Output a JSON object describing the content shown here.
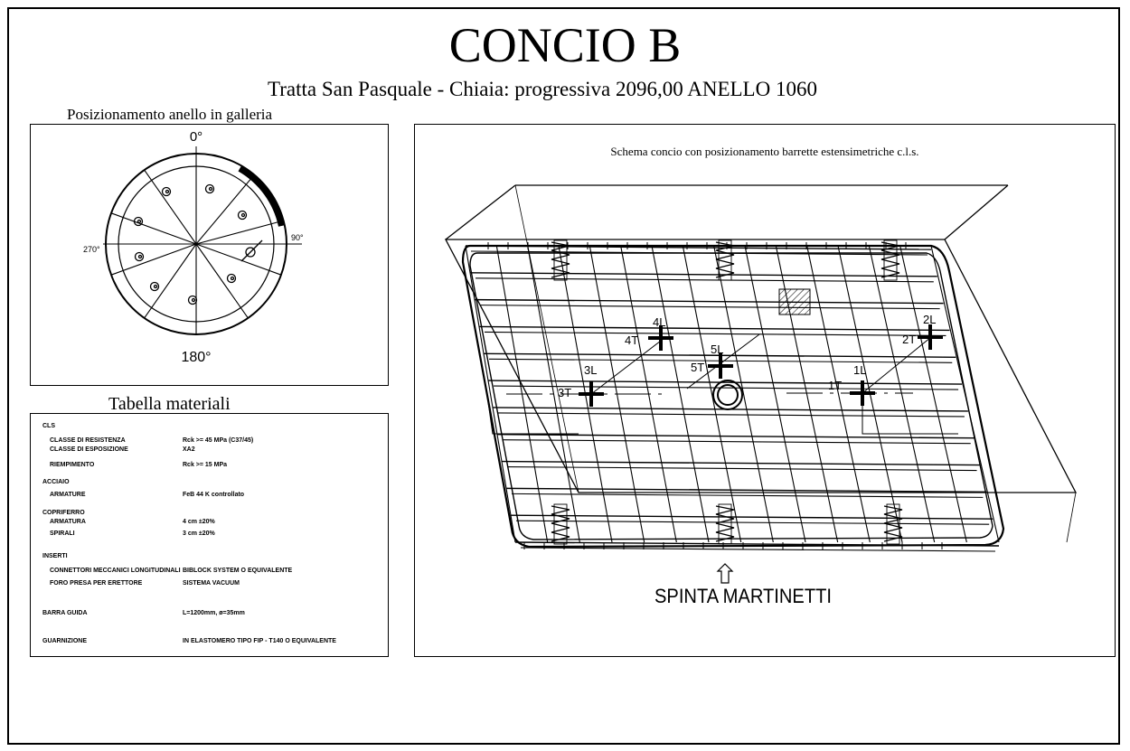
{
  "title": "CONCIO B",
  "subtitle": "Tratta San Pasquale - Chiaia: progressiva 2096,00 ANELLO 1060",
  "ring": {
    "heading": "Posizionamento anello in galleria",
    "angle_top": "0°",
    "angle_right": "90°",
    "angle_bottom": "180°",
    "angle_left": "270°"
  },
  "materials": {
    "heading": "Tabella materiali",
    "cls": "CLS",
    "classe_resistenza": "CLASSE DI RESISTENZA",
    "classe_resistenza_val": "Rck >= 45 MPa (C37/45)",
    "classe_esposizione": "CLASSE DI ESPOSIZIONE",
    "classe_esposizione_val": "XA2",
    "riempimento": "RIEMPIMENTO",
    "riempimento_val": "Rck >= 15 MPa",
    "acciaio": "ACCIAIO",
    "armature": "ARMATURE",
    "armature_val": "FeB 44 K controllato",
    "copriferro": "COPRIFERRO",
    "armatura": "ARMATURA",
    "armatura_val": "4 cm ±20%",
    "spirali": "SPIRALI",
    "spirali_val": "3 cm ±20%",
    "inserti": "INSERTI",
    "connettori": "CONNETTORI MECCANICI LONGITUDINALI",
    "connettori_val": "BIBLOCK SYSTEM O EQUIVALENTE",
    "foro": "FORO PRESA PER ERETTORE",
    "foro_val": "SISTEMA VACUUM",
    "barra": "BARRA GUIDA",
    "barra_val": "L=1200mm, ø=35mm",
    "guarnizione": "GUARNIZIONE",
    "guarnizione_val": "IN ELASTOMERO TIPO FIP - T140 O EQUIVALENTE"
  },
  "schema": {
    "heading": "Schema concio con posizionamento barrette estensimetriche c.l.s.",
    "gauges": {
      "g1L": "1L",
      "g1T": "1T",
      "g2L": "2L",
      "g2T": "2T",
      "g3L": "3L",
      "g3T": "3T",
      "g4L": "4L",
      "g4T": "4T",
      "g5L": "5L",
      "g5T": "5T"
    },
    "spinta": "SPINTA MARTINETTI"
  }
}
